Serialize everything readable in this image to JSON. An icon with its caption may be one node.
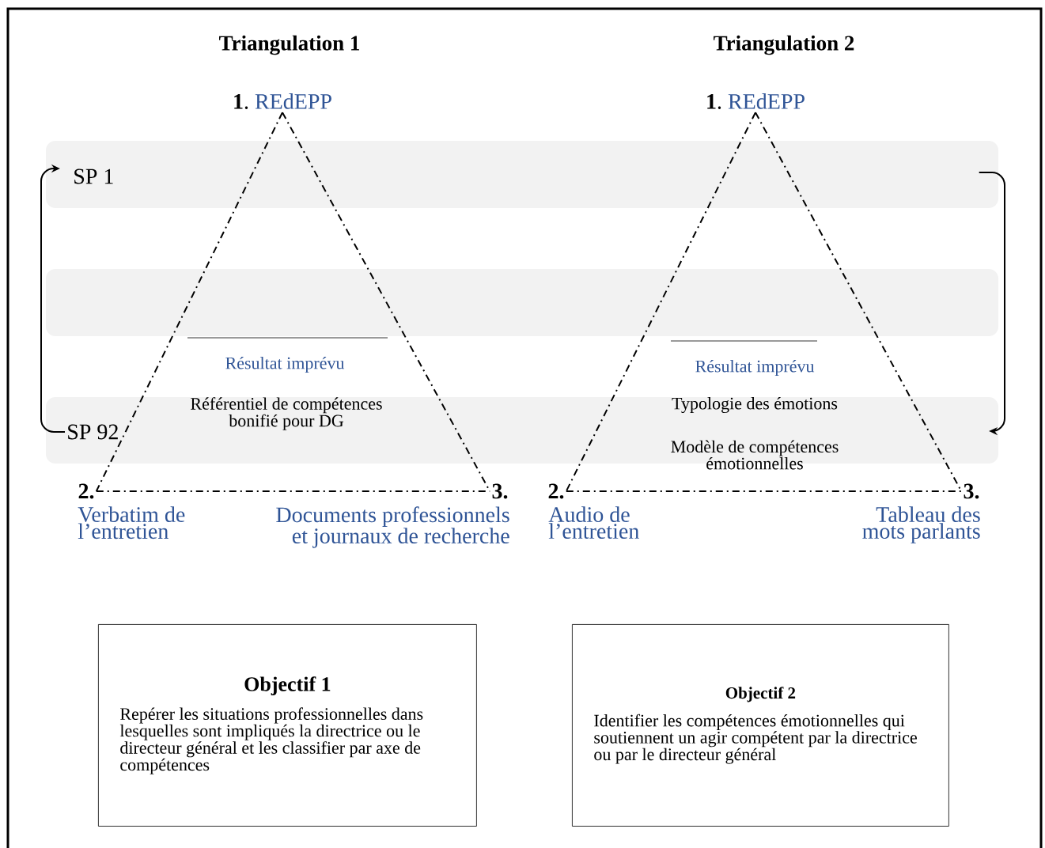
{
  "diagram": {
    "nodes": [
      {
        "text": [
          "**1**.",
          "REdEPP"
        ]
      },
      {
        "text": [
          "**1**.",
          "REdEPP"
        ]
      },
      {
        "text": [
          "SP 1"
        ]
      },
      {
        "text": [
          "SP 92"
        ]
      },
      {
        "text": [
          "2.",
          "Verbatim de l’entretien"
        ]
      },
      {
        "text": [
          "3.",
          "Documents professionnels et journaux de recherche"
        ]
      },
      {
        "text": [
          "2.",
          "Audio de l’entretien"
        ]
      },
      {
        "text": [
          "3.",
          "Tableau des mots parlants"
        ]
      },
      {
        "text": [
          "Objectif 1",
          "Repérer les situations professionnelles dans lesquelles sont impliqués la directrice ou le directeur général et les classifier par axe de compétences"
        ]
      },
      {
        "text": [
          "Objectif 2",
          "Identifier les compétences émotionnelles qui soutiennent un agir compétent par la directrice ou par le directeur général"
        ]
      }
    ],
    "edges": [
      {
        "from": 0,
        "to": 4,
        "arrow": "none",
        "style": "dashed"
      },
      {
        "from": 0,
        "to": 5,
        "arrow": "none",
        "style": "dashed"
      },
      {
        "from": 4,
        "to": 5,
        "arrow": "none",
        "style": "dashed"
      },
      {
        "from": 1,
        "to": 6,
        "arrow": "none",
        "style": "dashed"
      },
      {
        "from": 1,
        "to": 7,
        "arrow": "none",
        "style": "dashed"
      },
      {
        "from": 6,
        "to": 7,
        "arrow": "none",
        "style": "dashed"
      },
      {
        "from": 3,
        "to": 2,
        "arrow": "to"
      },
      {
        "from": 2,
        "to": 3,
        "arrow": "to"
      }
    ],
    "labels": [
      "Triangulation 1",
      "Triangulation 2",
      "Résultat imprévu",
      "Référentiel de compétences bonifié pour DG",
      "Résultat imprévu",
      "Typologie des émotions",
      "Modèle de compétences émotionnelles"
    ]
  }
}
